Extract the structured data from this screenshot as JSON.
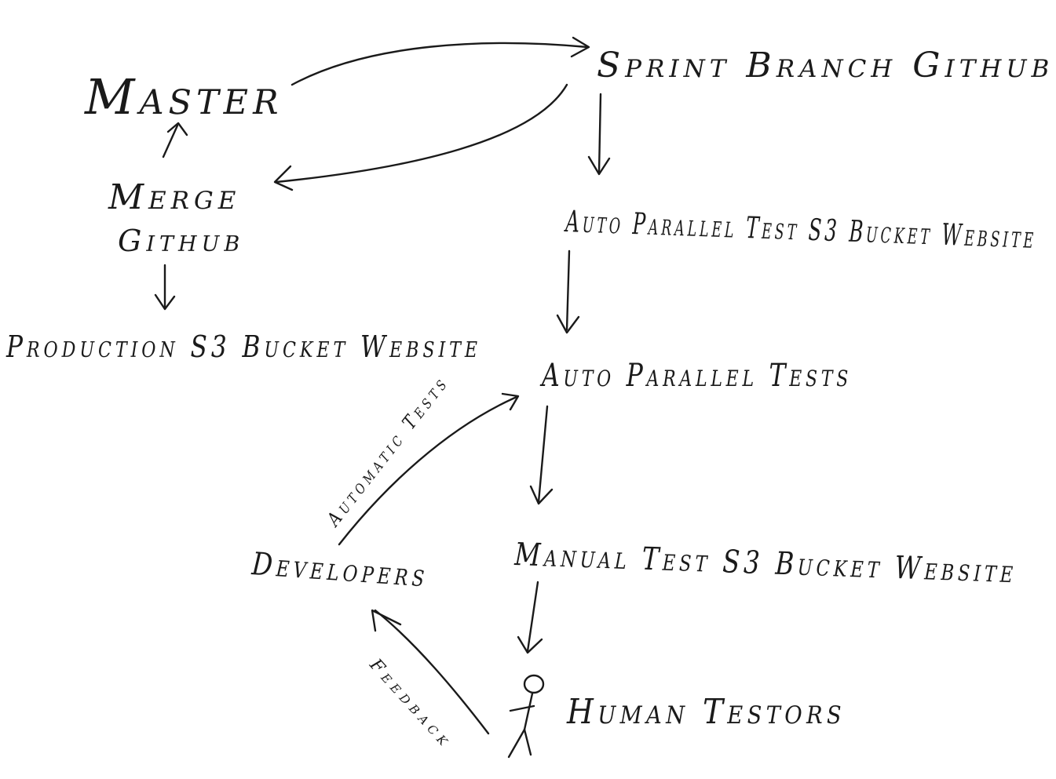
{
  "nodes": {
    "master": "Master",
    "sprint_branch": "Sprint Branch Github",
    "merge": "Merge",
    "merge_github": "Github",
    "auto_parallel_test_s3": "Auto Parallel Test S3 Bucket Website",
    "production_s3": "Production S3 Bucket Website",
    "auto_parallel_tests": "Auto Parallel Tests",
    "developers": "Developers",
    "manual_test_s3": "Manual Test S3 Bucket Website",
    "human_testors": "Human Testors"
  },
  "edge_labels": {
    "automatic_tests": "Automatic Tests",
    "feedback": "Feedback"
  },
  "colors": {
    "ink": "#1a1a1a",
    "paper": "#ffffff"
  }
}
